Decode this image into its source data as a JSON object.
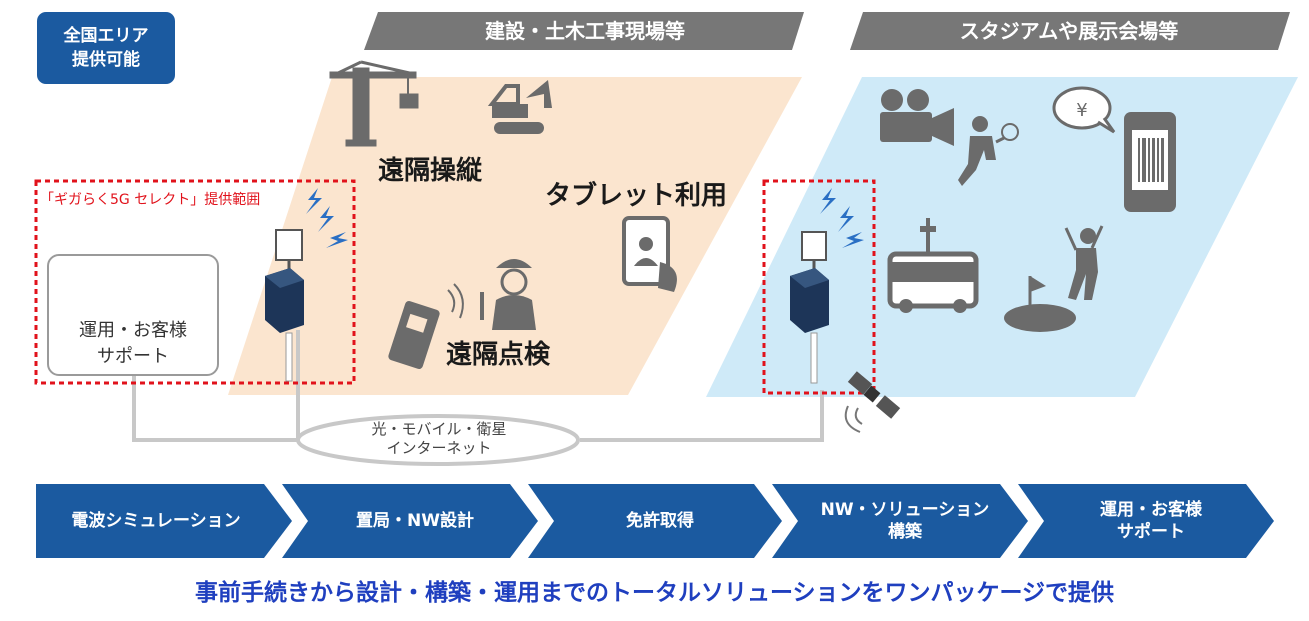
{
  "badge": {
    "line1": "全国エリア",
    "line2": "提供可能"
  },
  "headers": {
    "construction": "建設・土木工事現場等",
    "stadium": "スタジアムや展示会場等"
  },
  "labels": {
    "remote_control": "遠隔操縦",
    "tablet_use": "タブレット利用",
    "remote_inspection": "遠隔点検",
    "coverage": "「ギガらく5G セレクト」提供範囲"
  },
  "support": {
    "line1": "運用・お客様",
    "line2": "サポート"
  },
  "network": {
    "line1": "光・モバイル・衛星",
    "line2": "インターネット"
  },
  "steps": [
    {
      "line1": "電波シミュレーション",
      "line2": ""
    },
    {
      "line1": "置局・NW設計",
      "line2": ""
    },
    {
      "line1": "免許取得",
      "line2": ""
    },
    {
      "line1": "NW・ソリューション",
      "line2": "構築"
    },
    {
      "line1": "運用・お客様",
      "line2": "サポート"
    }
  ],
  "footer": "事前手続きから設計・構築・運用までのトータルソリューションをワンパッケージで提供",
  "icons": [
    "crane-icon",
    "excavator-icon",
    "smartphone-face-icon",
    "worker-icon",
    "radio-icon",
    "headset-operator-icon",
    "movie-camera-icon",
    "tennis-player-icon",
    "yen-bubble-icon",
    "barcode-phone-icon",
    "bus-icon",
    "golf-icon",
    "golfer-icon",
    "satellite-icon",
    "lightning-icon",
    "antenna-unit-icon"
  ],
  "colors": {
    "badge": "#1b5aa0",
    "header": "#777777",
    "construction_bg": "#fbe5cf",
    "stadium_bg": "#cfeaf8",
    "step": "#1b5aa0",
    "coverage": "#e1121b",
    "footer": "#1f3fbf",
    "icon": "#6b6b6b"
  }
}
